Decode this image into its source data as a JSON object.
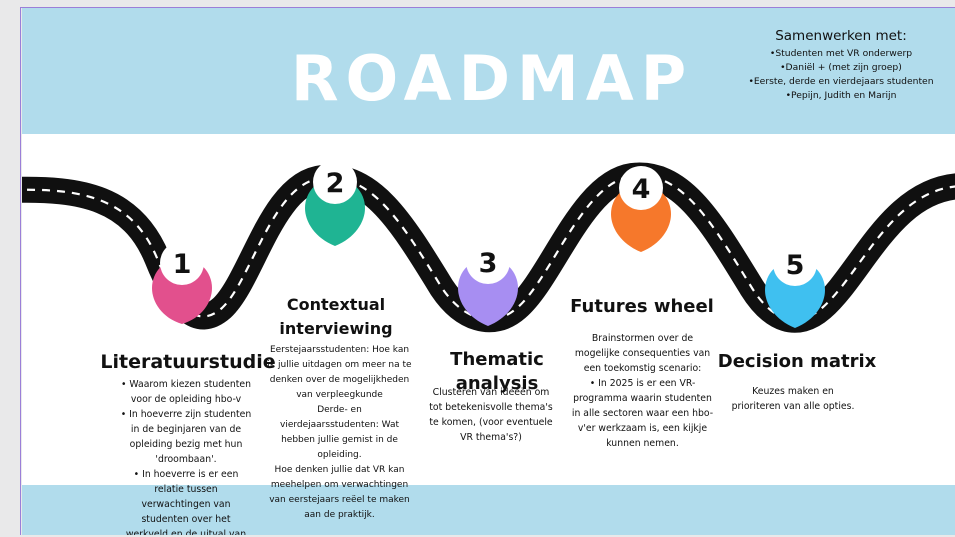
{
  "title": "ROADMAP",
  "collaborate": {
    "heading": "Samenwerken met:",
    "items": [
      "Studenten met VR onderwerp",
      "Daniël + (met zijn groep)",
      "Eerste, derde en vierdejaars studenten",
      "Pepijn, Judith en Marijn"
    ]
  },
  "steps": [
    {
      "number": "1",
      "color": "#e2508d",
      "title": "Literatuurstudie",
      "bullets": [
        "Waarom kiezen studenten voor de opleiding hbo-v",
        "In hoeverre zijn studenten in de beginjaren van de opleiding bezig met hun 'droombaan'.",
        "In hoeverre is er een relatie tussen verwachtingen van studenten over het werkveld en de uitval van studenten"
      ]
    },
    {
      "number": "2",
      "color": "#1fb493",
      "title": "Contextual interviewing",
      "lines": [
        "Eerstejaarsstudenten: Hoe kan ik jullie uitdagen om meer na te denken over de mogelijkheden van verpleegkunde",
        "Derde- en vierdejaarsstudenten: Wat hebben jullie gemist in de opleiding.",
        "Hoe denken jullie dat VR kan meehelpen om verwachtingen van eerstejaars reëel te maken aan de praktijk."
      ]
    },
    {
      "number": "3",
      "color": "#a78ef2",
      "title": "Thematic analysis",
      "lines": [
        "Clusteren van ideeën om tot betekenisvolle thema's te komen, (voor eventuele VR thema's?)"
      ]
    },
    {
      "number": "4",
      "color": "#f6782b",
      "title": "Futures wheel",
      "lines": [
        "Brainstormen over de mogelijke consequenties van een toekomstig scenario:"
      ],
      "bullets": [
        "In 2025 is er een VR-programma waarin studenten in alle sectoren waar een hbo-v'er werkzaam is, een kijkje kunnen nemen."
      ]
    },
    {
      "number": "5",
      "color": "#3fc0f0",
      "title": "Decision matrix",
      "lines": [
        "Keuzes maken en prioriteren van alle opties."
      ]
    }
  ]
}
